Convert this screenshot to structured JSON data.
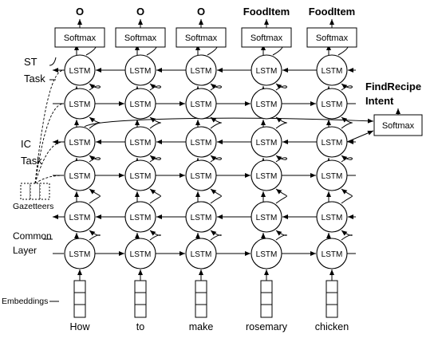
{
  "outputs": [
    "O",
    "O",
    "O",
    "FoodItem",
    "FoodItem"
  ],
  "softmax_label": "Softmax",
  "lstm_label": "LSTM",
  "intent_label": "FindRecipe\nIntent",
  "intent_label_lines": [
    "FindRecipe",
    "Intent"
  ],
  "words": [
    "How",
    "to",
    "make",
    "rosemary",
    "chicken"
  ],
  "sections": {
    "st_task": [
      "ST",
      "Task"
    ],
    "ic_task": [
      "IC",
      "Task"
    ],
    "gazetteers": "Gazetteers",
    "common_layer": [
      "Common",
      "Layer"
    ],
    "embeddings": "Embeddings"
  }
}
